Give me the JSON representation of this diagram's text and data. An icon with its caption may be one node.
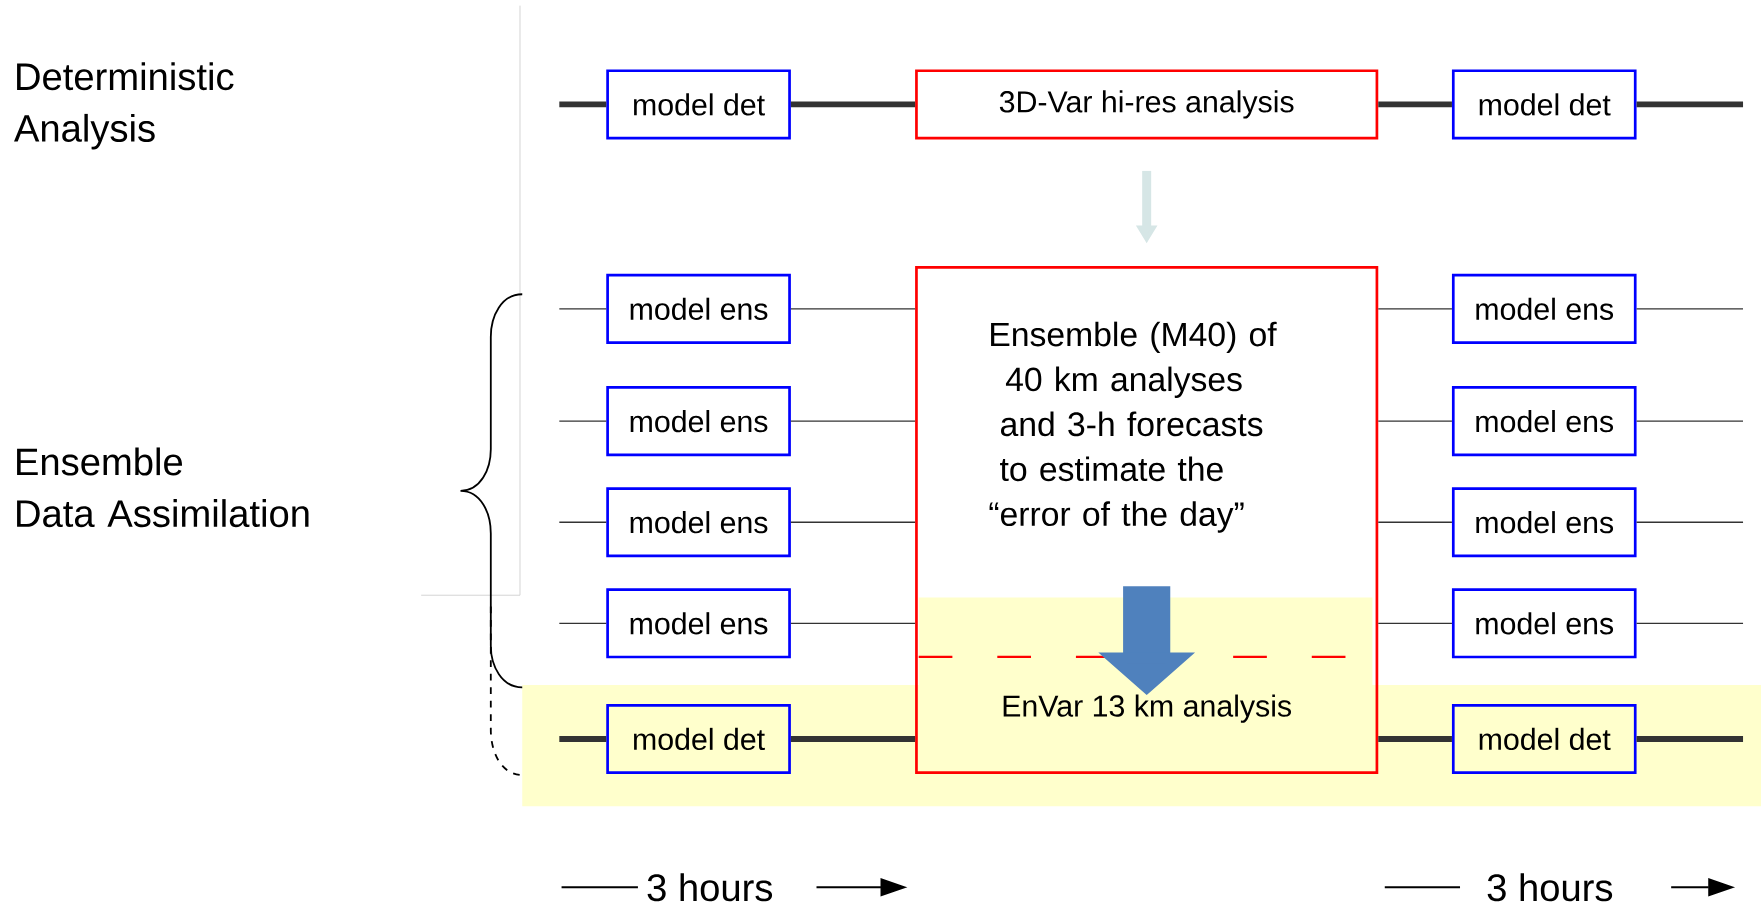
{
  "diagram": {
    "nodes": [
      {
        "text": [
          "model det"
        ]
      },
      {
        "text": [
          "3D-Var hi-res analysis"
        ]
      },
      {
        "text": [
          "model det"
        ]
      },
      {
        "text": [
          "model ens"
        ]
      },
      {
        "text": [],
        "shape": "box"
      },
      {
        "text": [
          "Ensemble (M40) of 40 km analyses and 3-h forecasts to estimate the “error of the day”"
        ],
        "in": 4
      },
      {
        "text": [
          "model ens"
        ]
      },
      {
        "text": [
          "model ens"
        ]
      },
      {
        "text": [
          "model ens"
        ]
      },
      {
        "text": [
          "model ens"
        ]
      },
      {
        "text": [
          "model ens"
        ]
      },
      {
        "text": [
          "model ens"
        ]
      },
      {
        "text": [
          "model ens"
        ]
      },
      {
        "text": [
          "model det"
        ]
      },
      {
        "text": [
          "EnVar 13 km analysis"
        ],
        "in": 4
      },
      {
        "text": [
          "model det"
        ]
      }
    ],
    "edges": [
      {
        "from": null,
        "to": 0,
        "arrow": "none",
        "style": "thick"
      },
      {
        "from": 0,
        "to": 1,
        "arrow": "none",
        "style": "thick"
      },
      {
        "from": 1,
        "to": 2,
        "arrow": "none",
        "style": "thick"
      },
      {
        "from": 2,
        "to": null,
        "arrow": "none",
        "style": "thick"
      },
      {
        "from": 1,
        "to": 4,
        "arrow": "to",
        "style": "thick",
        "color": "#d6e6e6"
      },
      {
        "from": null,
        "to": 3,
        "arrow": "none"
      },
      {
        "from": 3,
        "to": 4,
        "arrow": "none"
      },
      {
        "from": 4,
        "to": 6,
        "arrow": "none"
      },
      {
        "from": 6,
        "to": null,
        "arrow": "none"
      },
      {
        "from": null,
        "to": 7,
        "arrow": "none"
      },
      {
        "from": 7,
        "to": 4,
        "arrow": "none"
      },
      {
        "from": 4,
        "to": 8,
        "arrow": "none"
      },
      {
        "from": 8,
        "to": null,
        "arrow": "none"
      },
      {
        "from": null,
        "to": 9,
        "arrow": "none"
      },
      {
        "from": 9,
        "to": 4,
        "arrow": "none"
      },
      {
        "from": 4,
        "to": 10,
        "arrow": "none"
      },
      {
        "from": 10,
        "to": null,
        "arrow": "none"
      },
      {
        "from": null,
        "to": 11,
        "arrow": "none"
      },
      {
        "from": 11,
        "to": 4,
        "arrow": "none"
      },
      {
        "from": 4,
        "to": 12,
        "arrow": "none"
      },
      {
        "from": 12,
        "to": null,
        "arrow": "none"
      },
      {
        "from": null,
        "to": 14,
        "arrow": "to",
        "style": "thick",
        "color": "#4f81bd"
      },
      {
        "from": null,
        "to": 13,
        "arrow": "none",
        "style": "thick"
      },
      {
        "from": 13,
        "to": 4,
        "arrow": "none",
        "style": "thick"
      },
      {
        "from": 4,
        "to": 15,
        "arrow": "none",
        "style": "thick"
      },
      {
        "from": 15,
        "to": null,
        "arrow": "none",
        "style": "thick"
      }
    ],
    "labels": [
      "Deterministic Analysis",
      "Ensemble Data Assimilation",
      "3 hours",
      "3 hours"
    ]
  }
}
